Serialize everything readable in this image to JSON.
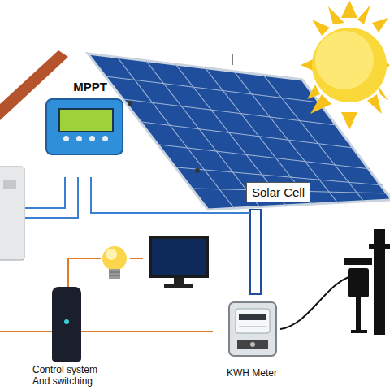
{
  "diagram": {
    "nodes": [
      {
        "text": [
          "MPPT"
        ]
      },
      {
        "text": [
          "Solar Cell"
        ]
      },
      {
        "text": [
          "Control system And switching"
        ]
      },
      {
        "text": [
          "KWH Meter"
        ]
      }
    ],
    "edges": [
      {
        "from": 2,
        "to": 3,
        "arrow": "none"
      }
    ]
  }
}
